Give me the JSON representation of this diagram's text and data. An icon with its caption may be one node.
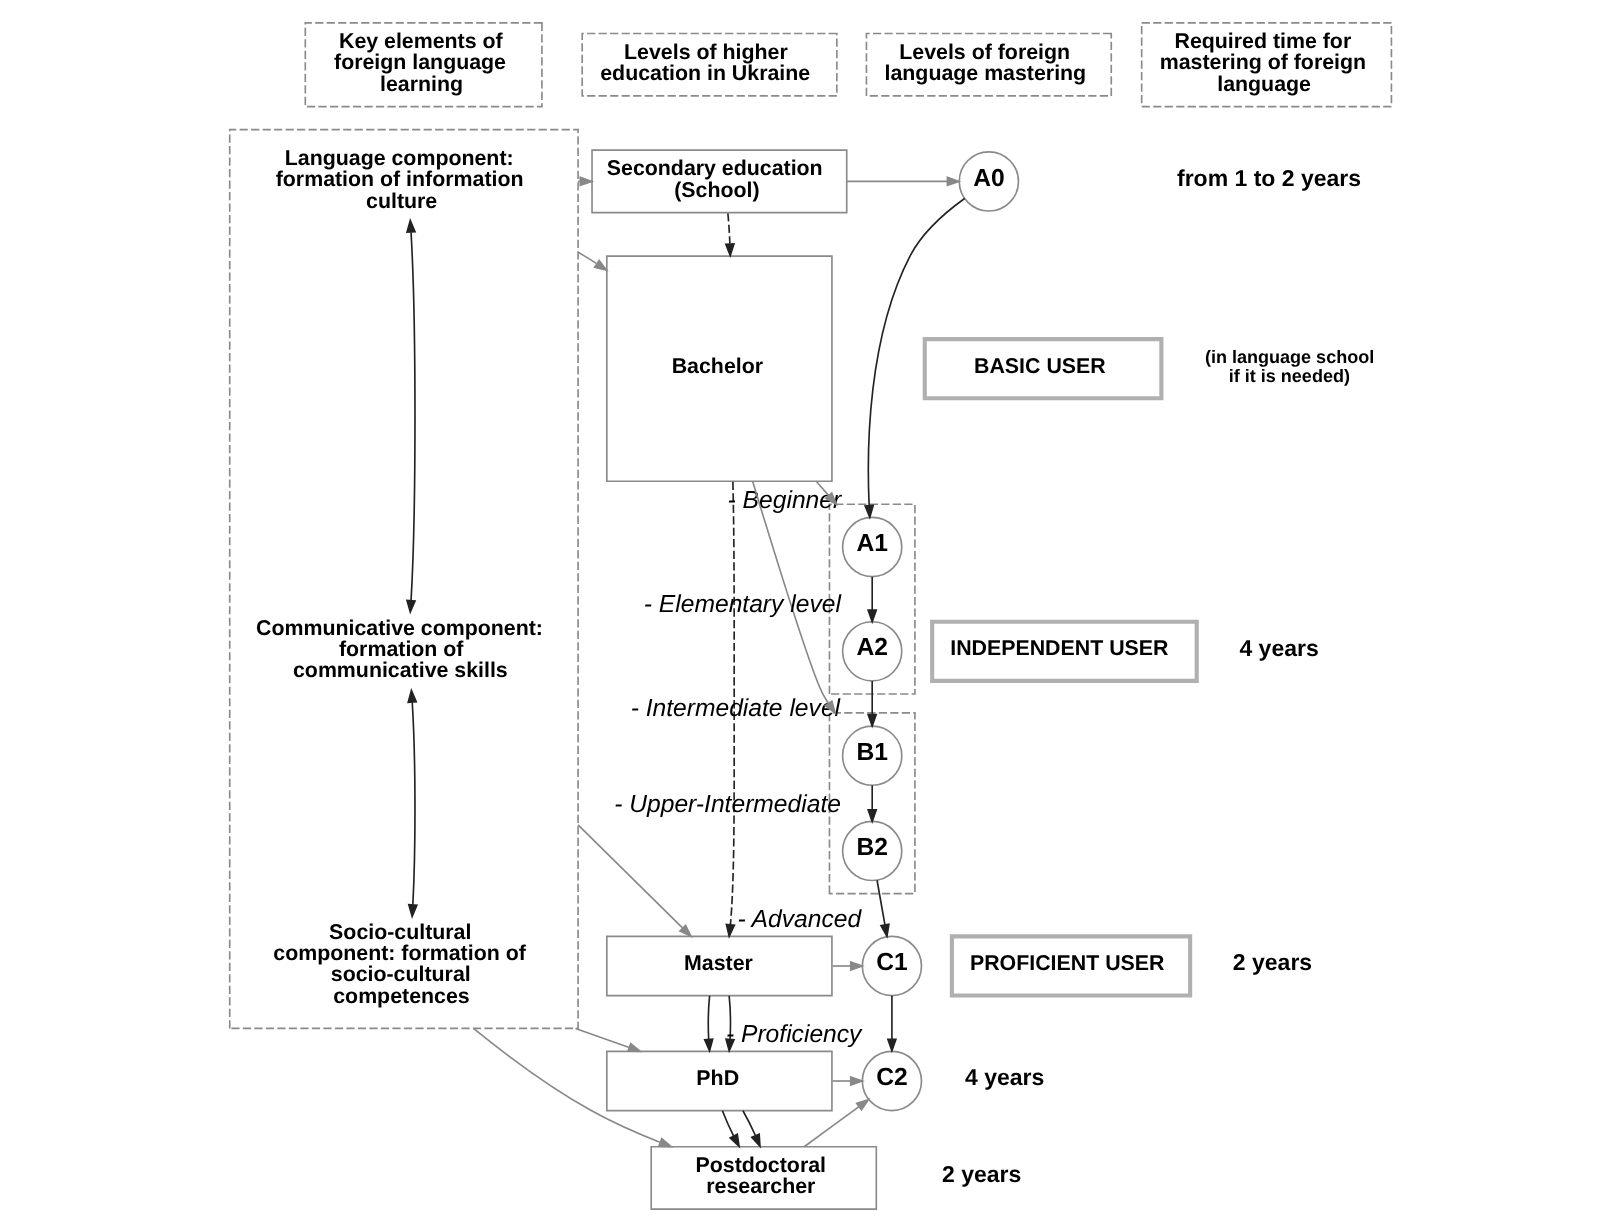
{
  "diagram": {
    "nodes": [
      {
        "text": [
          "Key elements of foreign language learning"
        ]
      },
      {
        "text": [
          "Levels of higher education in Ukraine"
        ]
      },
      {
        "text": [
          "Levels of foreign language mastering"
        ]
      },
      {
        "text": [
          "Required time for mastering of foreign language"
        ]
      },
      {
        "text": [],
        "shape": "box"
      },
      {
        "text": [
          "Language component: formation of information culture"
        ],
        "in": 4
      },
      {
        "text": [
          "Communicative component: formation of communicative skills"
        ],
        "in": 4
      },
      {
        "text": [
          "Socio-cultural component: formation of socio-cultural competences"
        ],
        "in": 4
      },
      {
        "text": [
          "Secondary education (School)"
        ]
      },
      {
        "text": [
          "Bachelor"
        ]
      },
      {
        "text": [
          "Master"
        ]
      },
      {
        "text": [
          "PhD"
        ]
      },
      {
        "text": [
          "Postdoctoral researcher"
        ]
      },
      {
        "text": [
          "A0"
        ]
      },
      {
        "text": [],
        "shape": "box"
      },
      {
        "text": [
          "A1"
        ],
        "in": 14,
        "beside": [
          "- Beginner"
        ]
      },
      {
        "text": [
          "A2"
        ],
        "in": 14,
        "beside": [
          "- Elementary level"
        ]
      },
      {
        "text": [],
        "shape": "box"
      },
      {
        "text": [
          "B1"
        ],
        "in": 17,
        "beside": [
          "- Intermediate level"
        ]
      },
      {
        "text": [
          "B2"
        ],
        "in": 17,
        "beside": [
          "- Upper-Intermediate"
        ]
      },
      {
        "text": [
          "C1"
        ],
        "beside": [
          "- Advanced"
        ]
      },
      {
        "text": [
          "C2"
        ],
        "beside": [
          "- Proficiency"
        ]
      },
      {
        "text": [
          "BASIC USER"
        ]
      },
      {
        "text": [
          "INDEPENDENT USER"
        ]
      },
      {
        "text": [
          "PROFICIENT USER"
        ]
      }
    ],
    "edges": [
      {
        "from": 5,
        "to": 6,
        "arrow": "both"
      },
      {
        "from": 6,
        "to": 7,
        "arrow": "both"
      },
      {
        "from": 4,
        "to": 8,
        "arrow": "to",
        "color": "#888888"
      },
      {
        "from": 4,
        "to": 9,
        "arrow": "to",
        "color": "#888888"
      },
      {
        "from": 4,
        "to": 10,
        "arrow": "to",
        "color": "#888888"
      },
      {
        "from": 4,
        "to": 11,
        "arrow": "to",
        "color": "#888888"
      },
      {
        "from": 4,
        "to": 12,
        "arrow": "to",
        "color": "#888888"
      },
      {
        "from": 8,
        "to": 9,
        "arrow": "to",
        "style": "dashed"
      },
      {
        "from": 9,
        "to": 10,
        "arrow": "to",
        "style": "dashed"
      },
      {
        "from": 10,
        "to": 11,
        "arrow": "to"
      },
      {
        "from": 10,
        "to": 11,
        "arrow": "to"
      },
      {
        "from": 11,
        "to": 12,
        "arrow": "to"
      },
      {
        "from": 11,
        "to": 12,
        "arrow": "to"
      },
      {
        "from": 8,
        "to": 13,
        "arrow": "to",
        "color": "#888888"
      },
      {
        "from": 9,
        "to": 14,
        "arrow": "to",
        "color": "#888888"
      },
      {
        "from": 9,
        "to": 17,
        "arrow": "to",
        "color": "#888888"
      },
      {
        "from": 10,
        "to": 20,
        "arrow": "to",
        "color": "#888888"
      },
      {
        "from": 11,
        "to": 21,
        "arrow": "to",
        "color": "#888888"
      },
      {
        "from": 12,
        "to": 21,
        "arrow": "to",
        "color": "#888888"
      },
      {
        "from": 13,
        "to": 15,
        "arrow": "to"
      },
      {
        "from": 15,
        "to": 16,
        "arrow": "to"
      },
      {
        "from": 16,
        "to": 18,
        "arrow": "to"
      },
      {
        "from": 18,
        "to": 19,
        "arrow": "to"
      },
      {
        "from": 19,
        "to": 20,
        "arrow": "to"
      },
      {
        "from": 20,
        "to": 21,
        "arrow": "to"
      }
    ],
    "labels": [
      "from 1 to 2 years",
      "(in language school if it is needed)",
      "4 years",
      "2 years",
      "4 years",
      "2 years"
    ]
  }
}
